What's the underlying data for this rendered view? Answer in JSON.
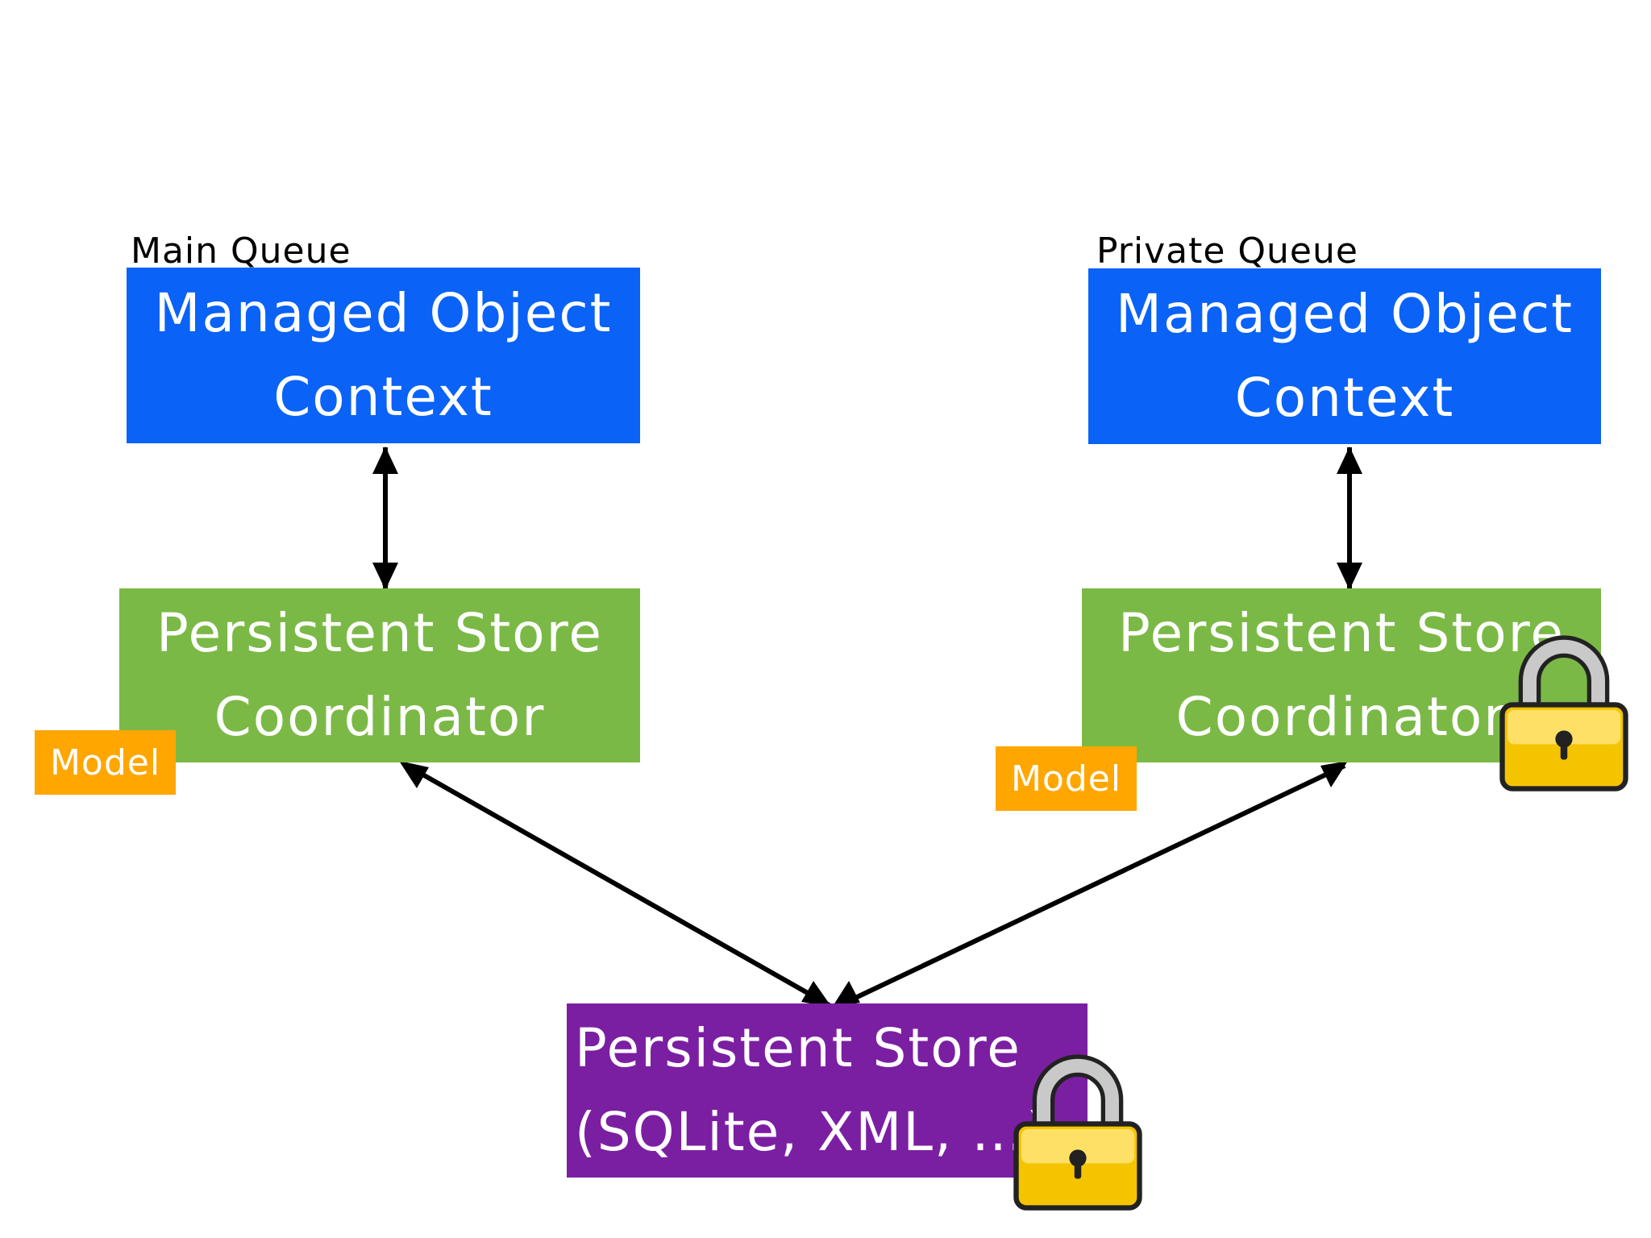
{
  "left": {
    "queue_label": "Main Queue",
    "moc": {
      "line1": "Managed Object",
      "line2": "Context"
    },
    "psc": {
      "line1": "Persistent Store",
      "line2": "Coordinator"
    },
    "model_label": "Model"
  },
  "right": {
    "queue_label": "Private Queue",
    "moc": {
      "line1": "Managed Object",
      "line2": "Context"
    },
    "psc": {
      "line1": "Persistent Store",
      "line2": "Coordinator"
    },
    "model_label": "Model",
    "lock_icon": "padlock-icon"
  },
  "store": {
    "line1": "Persistent Store",
    "line2": "(SQLite, XML, …)",
    "lock_icon": "padlock-icon"
  },
  "colors": {
    "managed_object_context": "#0a62f7",
    "persistent_store_coordinator": "#7bb946",
    "persistent_store": "#7b1fa2",
    "model_badge": "#ffa600",
    "lock_body": "#f5c400",
    "arrows": "#000000"
  }
}
